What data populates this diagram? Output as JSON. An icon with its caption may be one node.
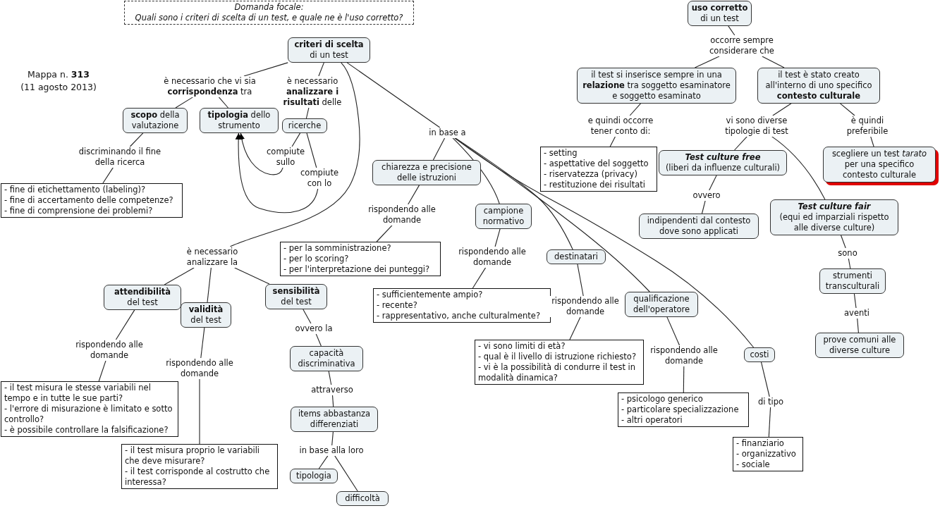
{
  "diagram": {
    "nodes": [
      {
        "text": [
          "Domanda focale:",
          "Quali sono i criteri di scelta di un test, e quale ne è l'uso corretto?"
        ]
      },
      {
        "text": [
          "**criteri di scelta** di un test"
        ]
      },
      {
        "text": [
          "è necessario che vi sia **corrispondenza** tra"
        ]
      },
      {
        "text": [
          "è necessario **analizzare i risultati** delle"
        ]
      },
      {
        "text": [
          "**scopo** della valutazione"
        ]
      },
      {
        "text": [
          "**tipologia** dello strumento"
        ]
      },
      {
        "text": [
          "ricerche"
        ]
      },
      {
        "text": [
          "compiute sullo"
        ]
      },
      {
        "text": [
          "compiute con lo"
        ]
      },
      {
        "text": [
          "discriminando il fine della ricerca"
        ]
      },
      {
        "text": [
          "- fine di etichettamento (labeling)?",
          "- fine di accertamento delle competenze?",
          "- fine di comprensione dei problemi?"
        ]
      },
      {
        "text": [
          "in base a"
        ]
      },
      {
        "text": [
          "è necessario analizzare la"
        ]
      },
      {
        "text": [
          "chiarezza e precisione delle istruzioni"
        ]
      },
      {
        "text": [
          "rispondendo alle domande"
        ]
      },
      {
        "text": [
          "- per la somministrazione?",
          "- per lo scoring?",
          "- per l'interpretazione dei punteggi?"
        ]
      },
      {
        "text": [
          "campione normativo"
        ]
      },
      {
        "text": [
          "rispondendo alle domande"
        ]
      },
      {
        "text": [
          "- sufficientemente ampio?",
          "- recente?",
          "- rappresentativo, anche culturalmente?"
        ]
      },
      {
        "text": [
          "destinatari"
        ]
      },
      {
        "text": [
          "rispondendo alle domande"
        ]
      },
      {
        "text": [
          "- vi sono limiti di età?",
          "- qual è il livello di istruzione richiesto?",
          "- vi è la possibilità di condurre il test in modalità dinamica?"
        ]
      },
      {
        "text": [
          "qualificazione dell'operatore"
        ]
      },
      {
        "text": [
          "rispondendo alle domande"
        ]
      },
      {
        "text": [
          "- psicologo generico",
          "- particolare specializzazione",
          "- altri operatori"
        ]
      },
      {
        "text": [
          "costi"
        ]
      },
      {
        "text": [
          "di tipo"
        ]
      },
      {
        "text": [
          "- finanziario",
          "- organizzativo",
          "- sociale"
        ]
      },
      {
        "text": [
          "**attendibilità** del test"
        ]
      },
      {
        "text": [
          "**validità** del test"
        ]
      },
      {
        "text": [
          "**sensibilità** del test"
        ]
      },
      {
        "text": [
          "ovvero la"
        ]
      },
      {
        "text": [
          "capacità discriminativa"
        ]
      },
      {
        "text": [
          "attraverso"
        ]
      },
      {
        "text": [
          "items abbastanza differenziati"
        ]
      },
      {
        "text": [
          "in base alla loro"
        ]
      },
      {
        "text": [
          "tipologia"
        ]
      },
      {
        "text": [
          "difficoltà"
        ]
      },
      {
        "text": [
          "rispondendo alle domande"
        ]
      },
      {
        "text": [
          "- il test misura le stesse variabili nel tempo e in tutte le sue parti?",
          "- l'errore di misurazione è limitato e sotto controllo?",
          "- è possibile controllare la falsificazione?"
        ]
      },
      {
        "text": [
          "rispondendo alle domande"
        ]
      },
      {
        "text": [
          "- il test misura proprio le variabili che deve misurare?",
          "- il test corrisponde al costrutto che interessa?"
        ]
      },
      {
        "text": [
          "**uso corretto** di un test"
        ]
      },
      {
        "text": [
          "occorre sempre considerare che"
        ]
      },
      {
        "text": [
          "il test si inserisce sempre in una **relazione** tra soggetto esaminatore e soggetto esaminato"
        ]
      },
      {
        "text": [
          "il test è stato creato all'interno di uno specifico **contesto culturale**"
        ]
      },
      {
        "text": [
          "e quindi occorre tener conto di:"
        ]
      },
      {
        "text": [
          "- setting",
          "- aspettative del soggetto",
          "- riservatezza (privacy)",
          "- restituzione dei risultati"
        ]
      },
      {
        "text": [
          "vi sono diverse tipologie di test"
        ]
      },
      {
        "text": [
          "è quindi preferibile"
        ]
      },
      {
        "text": [
          "scegliere un test *tarato* per una specifico contesto culturale"
        ]
      },
      {
        "text": [
          "Test culture free",
          "(liberi da influenze culturali)"
        ]
      },
      {
        "text": [
          "ovvero"
        ]
      },
      {
        "text": [
          "indipendenti dal contesto dove sono applicati"
        ]
      },
      {
        "text": [
          "Test culture fair",
          "(equi ed imparziali rispetto alle diverse culture)"
        ]
      },
      {
        "text": [
          "sono"
        ]
      },
      {
        "text": [
          "strumenti transculturali"
        ]
      },
      {
        "text": [
          "aventi"
        ]
      },
      {
        "text": [
          "prove comuni alle diverse culture"
        ]
      }
    ],
    "edges": [
      {
        "from": 1,
        "to": 2,
        "arrow": "none"
      },
      {
        "from": 2,
        "to": 4,
        "arrow": "none"
      },
      {
        "from": 2,
        "to": 5,
        "arrow": "none"
      },
      {
        "from": 1,
        "to": 3,
        "arrow": "none"
      },
      {
        "from": 3,
        "to": 6,
        "arrow": "none"
      },
      {
        "from": 6,
        "to": 7,
        "arrow": "none"
      },
      {
        "from": 7,
        "to": 5,
        "arrow": "to"
      },
      {
        "from": 6,
        "to": 8,
        "arrow": "none"
      },
      {
        "from": 8,
        "to": 5,
        "arrow": "to"
      },
      {
        "from": 4,
        "to": 9,
        "arrow": "none"
      },
      {
        "from": 9,
        "to": 10,
        "arrow": "none"
      },
      {
        "from": 1,
        "to": 11,
        "arrow": "none"
      },
      {
        "from": 1,
        "to": 12,
        "arrow": "none"
      },
      {
        "from": 11,
        "to": 13,
        "arrow": "none"
      },
      {
        "from": 11,
        "to": 16,
        "arrow": "none"
      },
      {
        "from": 11,
        "to": 19,
        "arrow": "none"
      },
      {
        "from": 11,
        "to": 22,
        "arrow": "none"
      },
      {
        "from": 11,
        "to": 25,
        "arrow": "none"
      },
      {
        "from": 13,
        "to": 14,
        "arrow": "none"
      },
      {
        "from": 14,
        "to": 15,
        "arrow": "none"
      },
      {
        "from": 16,
        "to": 17,
        "arrow": "none"
      },
      {
        "from": 17,
        "to": 18,
        "arrow": "none"
      },
      {
        "from": 19,
        "to": 20,
        "arrow": "none"
      },
      {
        "from": 20,
        "to": 21,
        "arrow": "none"
      },
      {
        "from": 22,
        "to": 23,
        "arrow": "none"
      },
      {
        "from": 23,
        "to": 24,
        "arrow": "none"
      },
      {
        "from": 25,
        "to": 26,
        "arrow": "none"
      },
      {
        "from": 26,
        "to": 27,
        "arrow": "none"
      },
      {
        "from": 12,
        "to": 28,
        "arrow": "none"
      },
      {
        "from": 12,
        "to": 29,
        "arrow": "none"
      },
      {
        "from": 12,
        "to": 30,
        "arrow": "none"
      },
      {
        "from": 28,
        "to": 38,
        "arrow": "none"
      },
      {
        "from": 38,
        "to": 39,
        "arrow": "none"
      },
      {
        "from": 29,
        "to": 40,
        "arrow": "none"
      },
      {
        "from": 40,
        "to": 41,
        "arrow": "none"
      },
      {
        "from": 30,
        "to": 31,
        "arrow": "none"
      },
      {
        "from": 31,
        "to": 32,
        "arrow": "none"
      },
      {
        "from": 32,
        "to": 33,
        "arrow": "none"
      },
      {
        "from": 33,
        "to": 34,
        "arrow": "none"
      },
      {
        "from": 34,
        "to": 35,
        "arrow": "none"
      },
      {
        "from": 35,
        "to": 36,
        "arrow": "none"
      },
      {
        "from": 35,
        "to": 37,
        "arrow": "none"
      },
      {
        "from": 42,
        "to": 43,
        "arrow": "none"
      },
      {
        "from": 43,
        "to": 44,
        "arrow": "none"
      },
      {
        "from": 43,
        "to": 45,
        "arrow": "none"
      },
      {
        "from": 44,
        "to": 46,
        "arrow": "none"
      },
      {
        "from": 46,
        "to": 47,
        "arrow": "none"
      },
      {
        "from": 45,
        "to": 48,
        "arrow": "none"
      },
      {
        "from": 45,
        "to": 49,
        "arrow": "none"
      },
      {
        "from": 49,
        "to": 50,
        "arrow": "none"
      },
      {
        "from": 48,
        "to": 51,
        "arrow": "none"
      },
      {
        "from": 48,
        "to": 54,
        "arrow": "none"
      },
      {
        "from": 51,
        "to": 52,
        "arrow": "none"
      },
      {
        "from": 52,
        "to": 53,
        "arrow": "none"
      },
      {
        "from": 54,
        "to": 55,
        "arrow": "none"
      },
      {
        "from": 55,
        "to": 56,
        "arrow": "none"
      },
      {
        "from": 56,
        "to": 57,
        "arrow": "none"
      },
      {
        "from": 57,
        "to": 58,
        "arrow": "none"
      }
    ],
    "labels": [
      "Mappa n. **313**",
      "(11 agosto 2013)"
    ]
  }
}
